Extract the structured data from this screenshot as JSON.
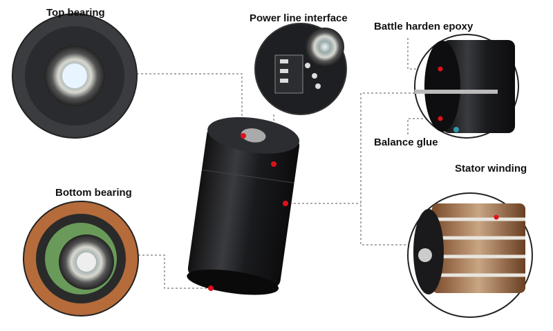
{
  "labels": {
    "top_bearing": "Top bearing",
    "power_line": "Power line interface",
    "epoxy": "Battle harden epoxy",
    "balance_glue": "Balance glue",
    "stator": "Stator winding",
    "bottom_bearing": "Bottom bearing"
  },
  "colors": {
    "marker": "#e0101a",
    "leader": "#555555",
    "motor_body": "#1b1c1f",
    "copper": "#b86a3a"
  }
}
